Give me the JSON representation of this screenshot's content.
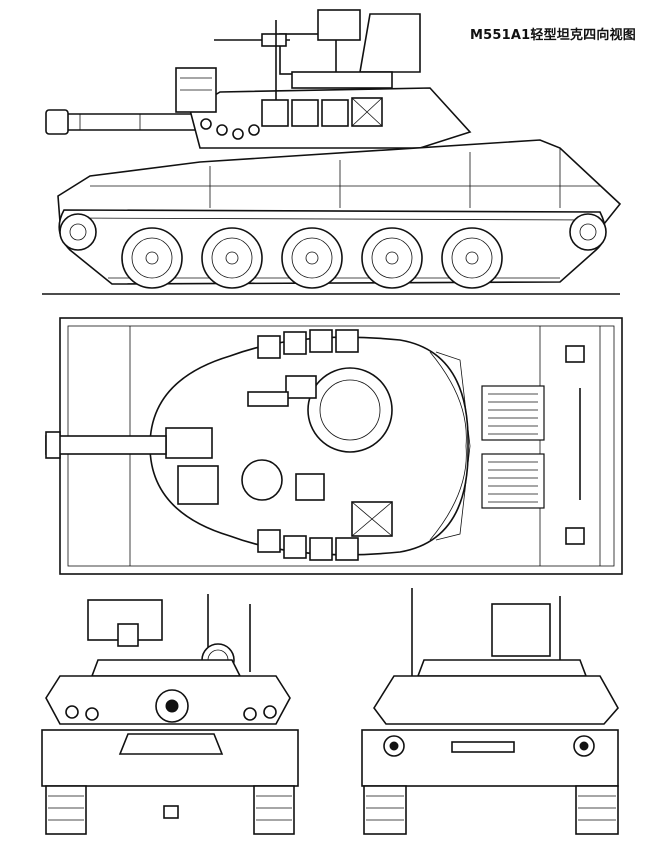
{
  "title": "M551A1轻型坦克四向视图",
  "colors": {
    "line": "#111111",
    "paper": "#ffffff"
  },
  "views": [
    "side-view",
    "top-view",
    "front-view",
    "rear-view"
  ]
}
